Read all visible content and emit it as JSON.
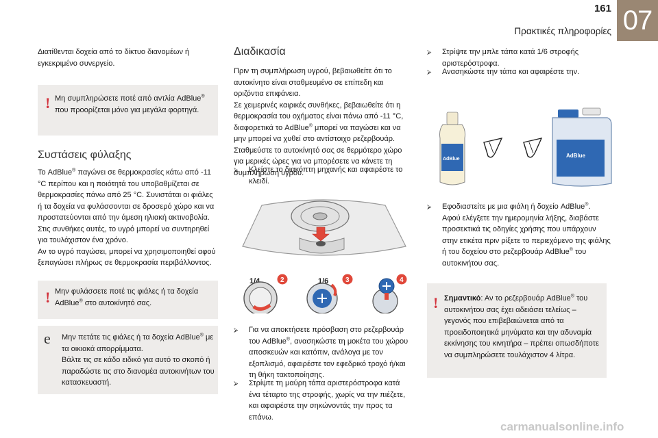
{
  "header": {
    "page_number": "161",
    "chapter_number": "07",
    "chapter_title": "Πρακτικές πληροφορίες"
  },
  "col1": {
    "intro": "Διατίθενται δοχεία από το δίκτυο διανομέων ή εγκεκριμένο συνεργείο.",
    "warning1_pre": "Μη συμπληρώσετε ποτέ από αντλία AdBlue",
    "warning1_post": " που προορίζεται μόνο για μεγάλα φορτηγά.",
    "storage_heading": "Συστάσεις φύλαξης",
    "storage_pre": "Το AdBlue",
    "storage_post": " παγώνει σε θερμοκρασίες κάτω από -11 °C περίπου και η ποιότητά του υποβαθμίζεται σε θερμοκρασίες πάνω από 25 °C. Συνιστάται οι φιάλες ή τα δοχεία να φυλάσσονται σε δροσερό χώρο και να προστατεύονται από την άμεση ηλιακή ακτινοβολία. Στις συνθήκες αυτές, το υγρό μπορεί να συντηρηθεί για τουλάχιστον ένα χρόνο.",
    "storage_frozen": "Αν το υγρό παγώσει, μπορεί να χρησιμοποιηθεί αφού ξεπαγώσει πλήρως σε θερμοκρασία περιβάλλοντος.",
    "warning2_pre": "Μην φυλάσσετε ποτέ τις φιάλες ή τα δοχεία AdBlue",
    "warning2_post": " στο αυτοκίνητό σας.",
    "eco_line1_pre": "Μην πετάτε τις φιάλες ή τα δοχεία AdBlue",
    "eco_line1_post": " με τα οικιακά απορρίμματα.",
    "eco_line2": "Βάλτε τις σε κάδο ειδικό για αυτό το σκοπό ή παραδώστε τις στο διανομέα αυτοκινήτων του κατασκευαστή."
  },
  "col2": {
    "procedure_heading": "Διαδικασία",
    "proc_p1": "Πριν τη συμπλήρωση υγρού, βεβαιωθείτε ότι το αυτοκίνητο είναι σταθμευμένο σε επίπεδη και οριζόντια επιφάνεια.",
    "proc_p2_pre": "Σε χειμερινές καιρικές συνθήκες, βεβαιωθείτε ότι η θερμοκρασία του οχήματος είναι πάνω από -11 °C, διαφορετικά το AdBlue",
    "proc_p2_post": " μπορεί να παγώσει και να μην μπορεί να χυθεί στο αντίστοιχο ρεζερβουάρ. Σταθμεύστε το αυτοκίνητό σας σε θερμότερο χώρο για μερικές ώρες για να μπορέσετε να κάνετε τη συμπλήρωση υγρού.",
    "step_ignition": "Κλείστε το διακόπτη μηχανής και αφαιρέστε το κλειδί.",
    "label_quarter": "1/4",
    "label_sixth": "1/6",
    "badge_2": "2",
    "badge_3": "3",
    "badge_4": "4",
    "step_access_pre": "Για να αποκτήσετε πρόσβαση στο ρεζερβουάρ του AdBlue",
    "step_access_post": ", ανασηκώστε τη μοκέτα του χώρου αποσκευών και κατόπιν, ανάλογα με τον εξοπλισμό, αφαιρέστε τον εφεδρικό τροχό ή/και τη θήκη τακτοποίησης.",
    "step_black_cap": "Στρίψτε τη μαύρη τάπα αριστερόστροφα κατά ένα τέταρτο της στροφής, χωρίς να την πιέζετε, και αφαιρέστε την σηκώνοντάς την προς τα επάνω."
  },
  "col3": {
    "step_blue_cap": "Στρίψτε την μπλε τάπα κατά 1/6 στροφής αριστερόστροφα.",
    "step_lift_cap": "Ανασηκώστε την τάπα και αφαιρέστε την.",
    "bottle_label": "AdBlue",
    "step_supply_pre": "Εφοδιαστείτε με μια φιάλη ή δοχείο AdBlue",
    "step_supply_post": ". Αφού ελέγξετε την ημερομηνία λήξης, διαβάστε προσεκτικά τις οδηγίες χρήσης που υπάρχουν στην ετικέτα πριν ρίξετε το περιεχόμενο της φιάλης ή του δοχείου στο ρεζερβουάρ AdBlue",
    "step_supply_end": " του αυτοκινήτου σας.",
    "important_label": "Σημαντικό",
    "important_pre": ": Αν το ρεζερβουάρ AdBlue",
    "important_post": " του αυτοκινήτου σας έχει αδειάσει τελείως – γεγονός που επιβεβαιώνεται από τα προειδοποιητικά μηνύματα και την αδυναμία εκκίνησης του κινητήρα – πρέπει οπωσδήποτε να συμπληρώσετε τουλάχιστον 4 λίτρα."
  },
  "footer": {
    "watermark": "carmanualsonline.info"
  },
  "symbols": {
    "registered": "®",
    "warning": "!",
    "eco": "e",
    "arrow": "⮚"
  },
  "colors": {
    "chapter_tab": "#9a8773",
    "warning_box": "#eeecea",
    "warning_mark": "#d2323c",
    "badge": "#e0483a",
    "adblue_blue": "#2f68b3"
  }
}
